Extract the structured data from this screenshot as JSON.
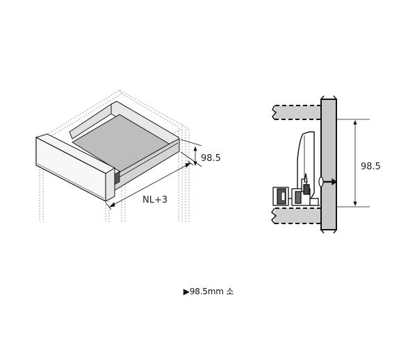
{
  "left_figure": {
    "height_dim_label": "98.5",
    "width_dim_label": "NL+3"
  },
  "right_figure": {
    "height_dim_label": "98.5"
  },
  "caption": {
    "marker": "▶",
    "text": "98.5mm 소"
  },
  "colors": {
    "line": "#111111",
    "panel_fill": "#cfcfcf",
    "bottom_fill": "#b8b8b8",
    "front_fill": "#f2f2f2",
    "dashed_gray": "#999999"
  }
}
